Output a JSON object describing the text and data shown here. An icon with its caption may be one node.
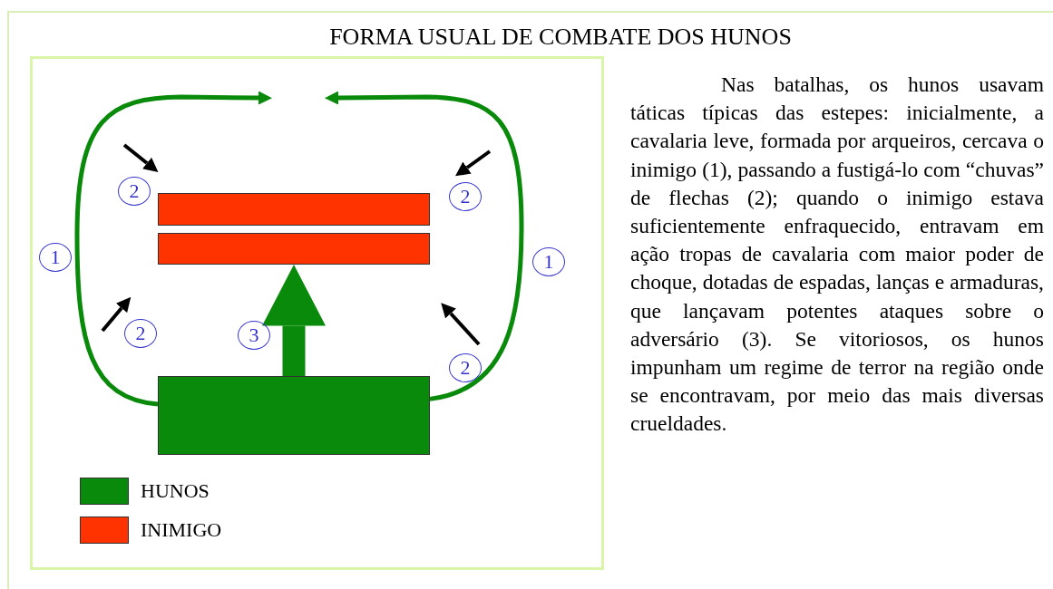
{
  "diagram": {
    "title": "FORMA USUAL DE COMBATE DOS HUNOS",
    "nodes": [
      {
        "text": [
          "2"
        ]
      },
      {
        "text": [
          "2"
        ]
      },
      {
        "text": [],
        "shape": "box"
      },
      {
        "text": [],
        "shape": "box"
      },
      {
        "text": [
          "1"
        ]
      },
      {
        "text": [
          "1"
        ]
      },
      {
        "text": [
          "2"
        ]
      },
      {
        "text": [
          "3"
        ]
      },
      {
        "text": [
          "2"
        ]
      },
      {
        "text": [],
        "shape": "box"
      }
    ],
    "edges": [
      {
        "from": 9,
        "to": null,
        "arrow": "to"
      },
      {
        "from": 9,
        "to": null,
        "arrow": "to"
      },
      {
        "from": 9,
        "to": 3,
        "arrow": "to",
        "style": "thick"
      }
    ],
    "labels": [
      "Nas batalhas, os hunos usavam táticas típicas das estepes: inicialmente, a cavalaria leve, formada por arqueiros, cercava o inimigo (1), passando a fustigá-lo com “chuvas” de flechas (2); quando o inimigo estava suficientemente enfraquecido, entravam em ação tropas de cavalaria com maior poder de choque, dotadas de espadas, lanças e armaduras, que lançavam potentes ataques sobre o adversário (3). Se vitoriosos, os hunos impunham um regime de terror na região onde se encontravam, por meio das mais diversas crueldades."
    ],
    "legend": [
      {
        "text": "HUNOS",
        "color": "#0a8a0a"
      },
      {
        "text": "INIMIGO",
        "color": "#ff3300"
      }
    ]
  }
}
